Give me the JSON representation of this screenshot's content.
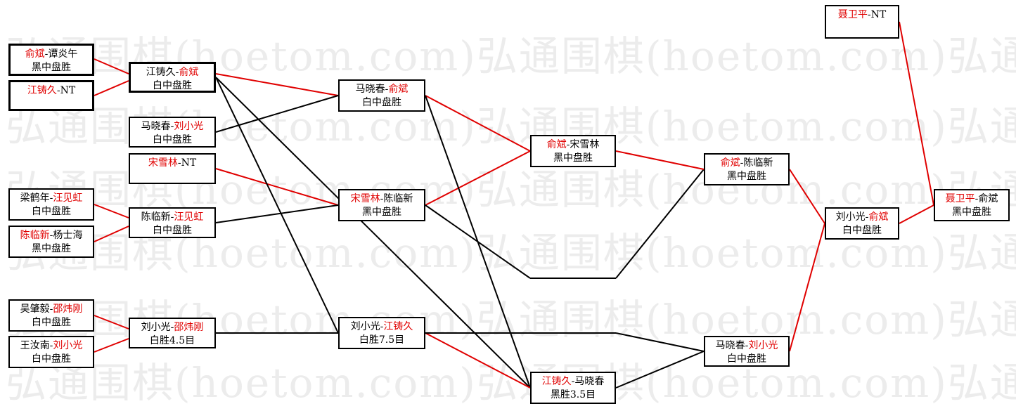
{
  "watermark": "弘通围棋(hoetom.com)弘通围棋(hoetom.com)弘通",
  "colors": {
    "win": "#e00000",
    "loss": "#000000"
  },
  "games": {
    "r1a": {
      "left": "俞斌",
      "right": "谭炎午",
      "winner": "left",
      "result": "黑中盘胜"
    },
    "r1b": {
      "left": "江铸久",
      "right": "NT",
      "winner": "left",
      "result": ""
    },
    "r1c": {
      "left": "梁鹤年",
      "right": "汪见虹",
      "winner": "right",
      "result": "白中盘胜"
    },
    "r1d": {
      "left": "陈临新",
      "right": "杨士海",
      "winner": "left",
      "result": "黑中盘胜"
    },
    "r1e": {
      "left": "吴肇毅",
      "right": "邵炜刚",
      "winner": "right",
      "result": "白中盘胜"
    },
    "r1f": {
      "left": "王汝南",
      "right": "刘小光",
      "winner": "right",
      "result": "白中盘胜"
    },
    "r2a": {
      "left": "江铸久",
      "right": "俞斌",
      "winner": "right",
      "result": "白中盘胜"
    },
    "r2b": {
      "left": "马晓春",
      "right": "刘小光",
      "winner": "right",
      "result": "白中盘胜"
    },
    "r2c": {
      "left": "宋雪林",
      "right": "NT",
      "winner": "left",
      "result": ""
    },
    "r2d": {
      "left": "陈临新",
      "right": "汪见虹",
      "winner": "right",
      "result": "白中盘胜"
    },
    "r2e": {
      "left": "刘小光",
      "right": "邵炜刚",
      "winner": "right",
      "result": "白胜4.5目"
    },
    "r3a": {
      "left": "马晓春",
      "right": "俞斌",
      "winner": "right",
      "result": "白中盘胜"
    },
    "r3b": {
      "left": "宋雪林",
      "right": "陈临新",
      "winner": "left",
      "result": "黑中盘胜"
    },
    "r3c": {
      "left": "刘小光",
      "right": "江铸久",
      "winner": "right",
      "result": "白胜7.5目"
    },
    "r4a": {
      "left": "俞斌",
      "right": "宋雪林",
      "winner": "left",
      "result": "黑中盘胜"
    },
    "r4b": {
      "left": "江铸久",
      "right": "马晓春",
      "winner": "left",
      "result": "黑胜3.5目"
    },
    "r5a": {
      "left": "俞斌",
      "right": "陈临新",
      "winner": "left",
      "result": "黑中盘胜"
    },
    "r5b": {
      "left": "马晓春",
      "right": "刘小光",
      "winner": "right",
      "result": "白中盘胜"
    },
    "r6a": {
      "left": "刘小光",
      "right": "俞斌",
      "winner": "right",
      "result": "白中盘胜"
    },
    "top": {
      "left": "聂卫平",
      "right": "NT",
      "winner": "left",
      "result": ""
    },
    "final": {
      "left": "聂卫平",
      "right": "俞斌",
      "winner": "left",
      "result": "黑中盘胜"
    }
  }
}
